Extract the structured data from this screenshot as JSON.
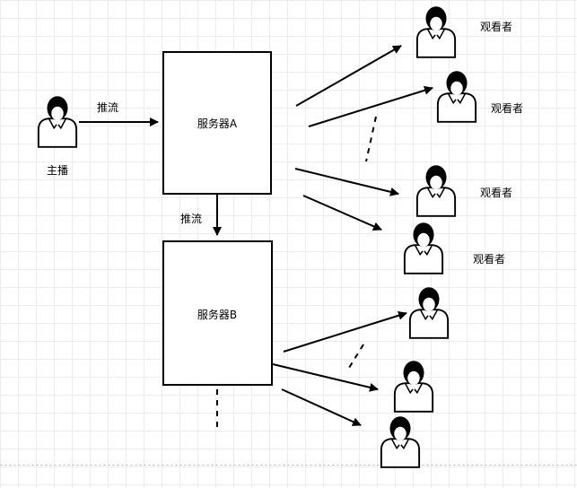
{
  "labels": {
    "anchor": "主播",
    "push_stream_1": "推流",
    "push_stream_2": "推流",
    "server_a": "服务器A",
    "server_b": "服务器B",
    "viewer_1": "观看者",
    "viewer_2": "观看者",
    "viewer_3": "观看者",
    "viewer_4": "观看者"
  },
  "icons": {
    "person": "person-icon"
  },
  "colors": {
    "stroke": "#000000",
    "grid": "#ececec",
    "background": "#ffffff"
  }
}
